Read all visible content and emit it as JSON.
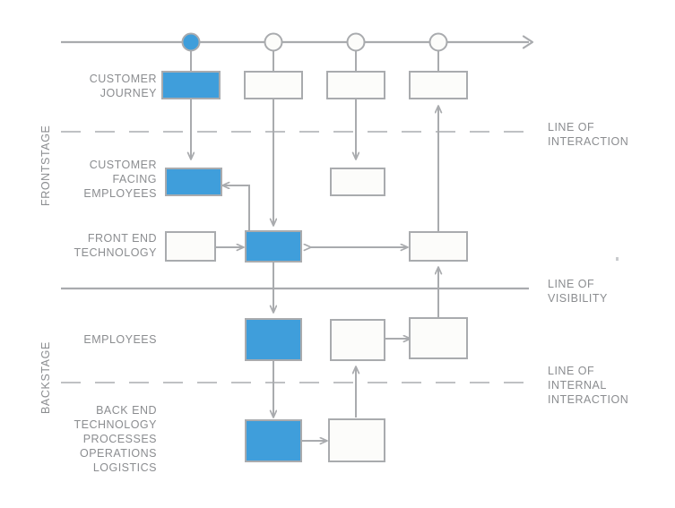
{
  "diagram": {
    "type": "service-blueprint",
    "background": "#ffffff",
    "colors": {
      "accent_blue": "#3f9edb",
      "stroke_gray": "#a9abae",
      "text_gray": "#8b8d90",
      "box_fill": "#fcfcfa"
    },
    "zone_labels": [
      {
        "id": "frontstage",
        "text": "FRONTSTAGE"
      },
      {
        "id": "backstage",
        "text": "BACKSTAGE"
      }
    ],
    "row_labels": [
      {
        "id": "customer-journey",
        "text": "CUSTOMER\nJOURNEY"
      },
      {
        "id": "customer-facing-employees",
        "text": "CUSTOMER\nFACING\nEMPLOYEES"
      },
      {
        "id": "front-end-technology",
        "text": "FRONT END\nTECHNOLOGY"
      },
      {
        "id": "employees",
        "text": "EMPLOYEES"
      },
      {
        "id": "back-end-technology",
        "text": "BACK END\nTECHNOLOGY\nPROCESSES\nOPERATIONS\nLOGISTICS"
      }
    ],
    "separator_labels": [
      {
        "id": "line-of-interaction",
        "text": "LINE OF\nINTERACTION",
        "style": "dashed"
      },
      {
        "id": "line-of-visibility",
        "text": "LINE OF\nVISIBILITY",
        "style": "solid"
      },
      {
        "id": "line-of-internal-interaction",
        "text": "LINE OF\nINTERNAL\nINTERACTION",
        "style": "dashed"
      }
    ],
    "timeline": {
      "id": "customer-journey-timeline",
      "steps": 4,
      "active_step": 1,
      "direction": "left-to-right"
    },
    "nodes": [
      {
        "id": "cj-1",
        "row": "customer-journey",
        "step": 1,
        "state": "active"
      },
      {
        "id": "cj-2",
        "row": "customer-journey",
        "step": 2,
        "state": "inactive"
      },
      {
        "id": "cj-3",
        "row": "customer-journey",
        "step": 3,
        "state": "inactive"
      },
      {
        "id": "cj-4",
        "row": "customer-journey",
        "step": 4,
        "state": "inactive"
      },
      {
        "id": "cfe-1",
        "row": "customer-facing-employees",
        "step": 1,
        "state": "active"
      },
      {
        "id": "cfe-3",
        "row": "customer-facing-employees",
        "step": 3,
        "state": "inactive"
      },
      {
        "id": "fet-0",
        "row": "front-end-technology",
        "step": 0,
        "state": "inactive"
      },
      {
        "id": "fet-2",
        "row": "front-end-technology",
        "step": 2,
        "state": "active"
      },
      {
        "id": "fet-4",
        "row": "front-end-technology",
        "step": 4,
        "state": "inactive"
      },
      {
        "id": "emp-2",
        "row": "employees",
        "step": 2,
        "state": "active"
      },
      {
        "id": "emp-3",
        "row": "employees",
        "step": 3,
        "state": "inactive"
      },
      {
        "id": "emp-4",
        "row": "employees",
        "step": 4,
        "state": "inactive"
      },
      {
        "id": "bet-2",
        "row": "back-end-technology",
        "step": 2,
        "state": "active"
      },
      {
        "id": "bet-3",
        "row": "back-end-technology",
        "step": 3,
        "state": "inactive"
      }
    ],
    "connectors": [
      {
        "id": "cj1-to-cfe1",
        "from": "cj-1",
        "to": "cfe-1",
        "kind": "arrow-down"
      },
      {
        "id": "cj2-to-fet2",
        "from": "cj-2",
        "to": "fet-2",
        "kind": "arrow-down"
      },
      {
        "id": "cj3-to-cfe3",
        "from": "cj-3",
        "to": "cfe-3",
        "kind": "arrow-down"
      },
      {
        "id": "fet2-to-cfe1",
        "from": "fet-2",
        "to": "cfe-1",
        "kind": "elbow-arrow-left"
      },
      {
        "id": "fet0-to-fet2",
        "from": "fet-0",
        "to": "fet-2",
        "kind": "arrow-right"
      },
      {
        "id": "fet2-to-fet4",
        "from": "fet-2",
        "to": "fet-4",
        "kind": "double-arrow"
      },
      {
        "id": "fet2-to-emp2",
        "from": "fet-2",
        "to": "emp-2",
        "kind": "arrow-down"
      },
      {
        "id": "emp2-to-bet2",
        "from": "emp-2",
        "to": "bet-2",
        "kind": "arrow-down"
      },
      {
        "id": "emp3-to-emp4",
        "from": "emp-3",
        "to": "emp-4",
        "kind": "arrow-right"
      },
      {
        "id": "bet2-to-bet3",
        "from": "bet-2",
        "to": "bet-3",
        "kind": "arrow-right"
      },
      {
        "id": "bet3-to-emp3",
        "from": "bet-3",
        "to": "emp-3",
        "kind": "arrow-up"
      },
      {
        "id": "emp4-to-fet4",
        "from": "emp-4",
        "to": "fet-4",
        "kind": "arrow-up"
      },
      {
        "id": "fet4-to-cj4",
        "from": "fet-4",
        "to": "cj-4",
        "kind": "arrow-up"
      }
    ]
  }
}
